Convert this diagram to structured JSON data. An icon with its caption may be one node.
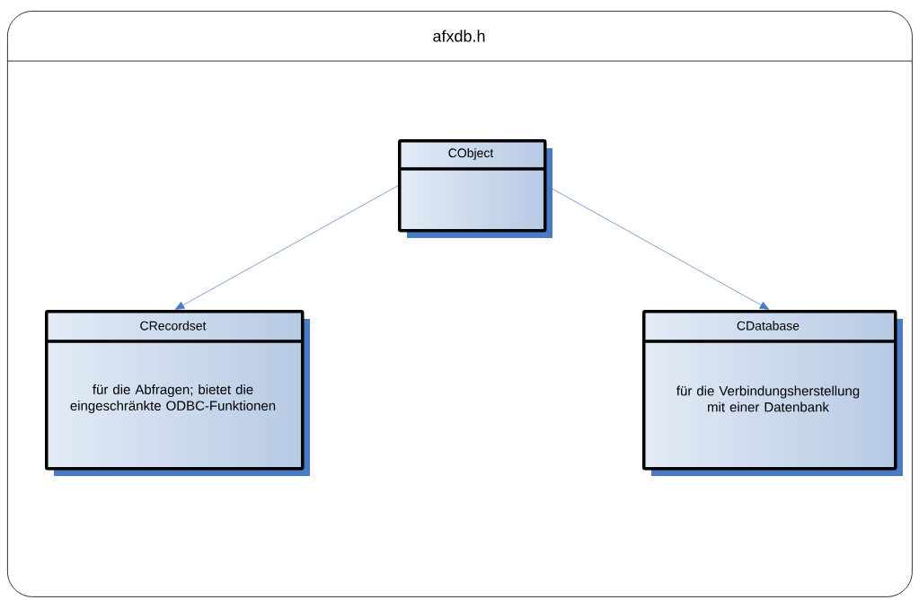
{
  "diagram": {
    "nodes": [
      {
        "text": [
          "afxdb.h"
        ]
      },
      {
        "text": [
          "CObject"
        ],
        "in": 0
      },
      {
        "text": [
          "CRecordset",
          "für die Abfragen; bietet die eingeschränkte ODBC-Funktionen"
        ],
        "in": 0
      },
      {
        "text": [
          "CDatabase",
          "für die Verbindungsherstellung mit einer Datenbank"
        ],
        "in": 0
      }
    ],
    "edges": [
      {
        "from": 1,
        "to": 2,
        "arrow": "to"
      },
      {
        "from": 1,
        "to": 3,
        "arrow": "to"
      }
    ]
  }
}
